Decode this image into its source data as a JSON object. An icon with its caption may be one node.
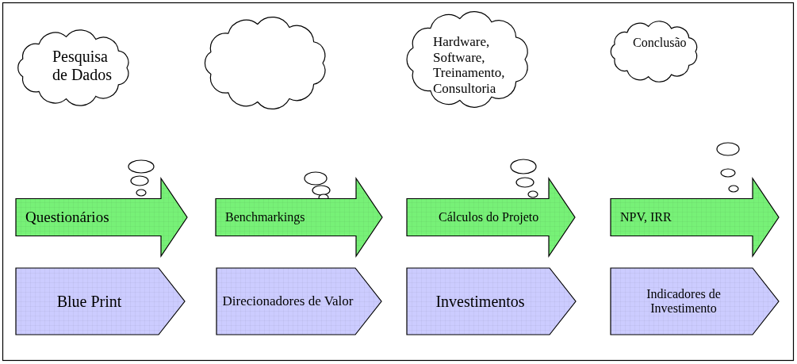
{
  "diagram": {
    "nodes": [
      {
        "text": [
          "Pesquisa de Dados"
        ]
      },
      {
        "text": [],
        "shape": "cloud"
      },
      {
        "text": [
          "Hardware, Software, Treinamento, Consultoria"
        ]
      },
      {
        "text": [
          "Conclusão"
        ]
      },
      {
        "text": [
          "Questionários"
        ]
      },
      {
        "text": [
          "Benchmarkings"
        ]
      },
      {
        "text": [
          "Cálculos do Projeto"
        ]
      },
      {
        "text": [
          "NPV, IRR"
        ]
      },
      {
        "text": [
          "Blue Print"
        ]
      },
      {
        "text": [
          "Direcionadores de Valor"
        ]
      },
      {
        "text": [
          "Investimentos"
        ]
      },
      {
        "text": [
          "Indicadores de Investimento"
        ]
      }
    ]
  }
}
